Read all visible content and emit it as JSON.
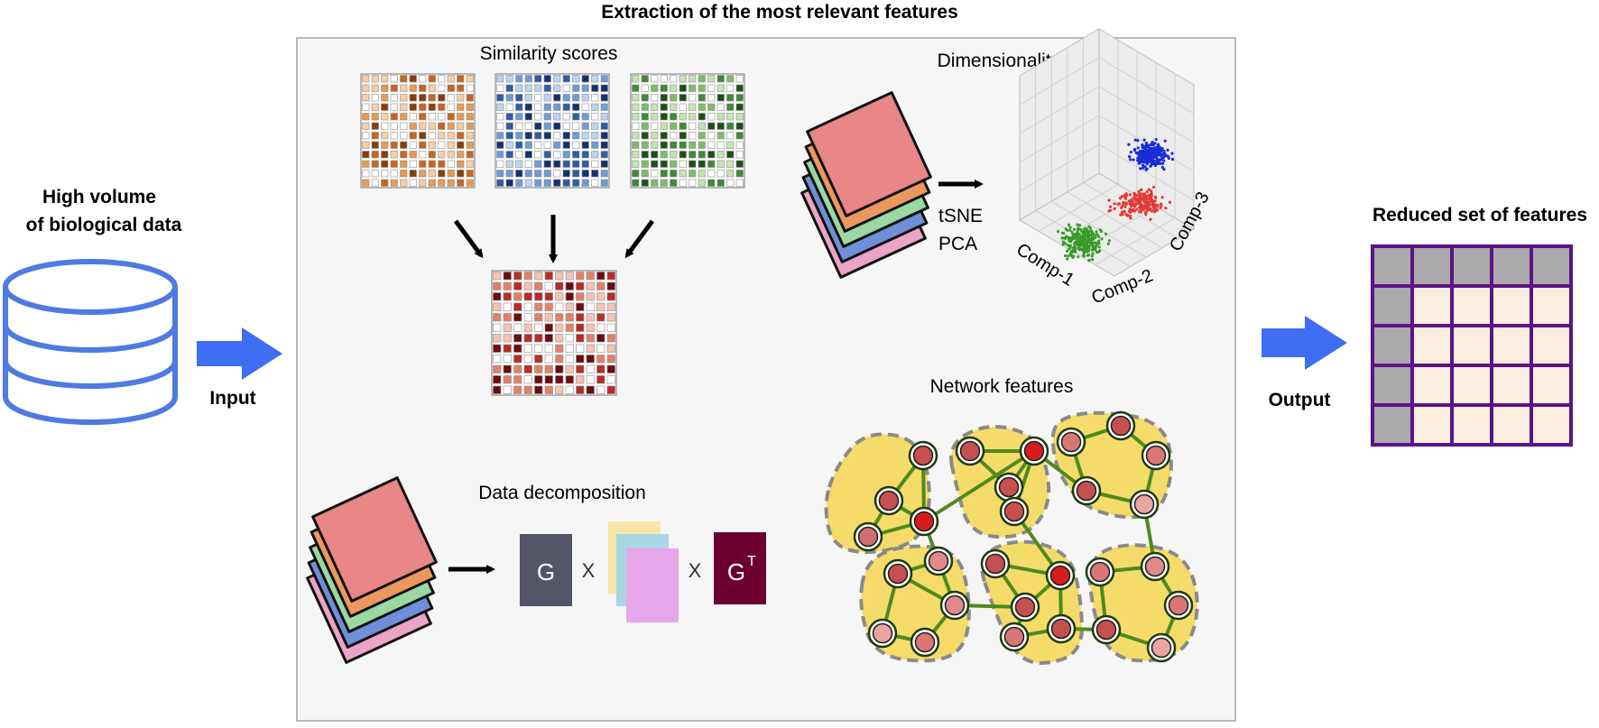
{
  "title": "Extraction of the most relevant features",
  "input": {
    "heading_line1": "High volume",
    "heading_line2": "of biological data",
    "arrow_label": "Input"
  },
  "output": {
    "heading": "Reduced set of features",
    "arrow_label": "Output"
  },
  "panels": {
    "similarity": {
      "label": "Similarity scores"
    },
    "dimensionality": {
      "label": "Dimensionality reduction",
      "method_1": "tSNE",
      "method_2": "PCA",
      "axis_1": "Comp-1",
      "axis_2": "Comp-2",
      "axis_3": "Comp-3"
    },
    "decomposition": {
      "label": "Data decomposition",
      "factor_left": "G",
      "times_1": "X",
      "times_2": "X",
      "factor_right": "G",
      "factor_right_sup": "T"
    },
    "network": {
      "label": "Network features"
    }
  },
  "colors": {
    "database": "#4f7ae0",
    "arrow_blue": "#3f6ef2",
    "panel_bg": "#f6f6f6",
    "panel_border": "#b8b8b8",
    "feature_grid_border": "#5b1486",
    "feature_gray": "#aaaaaa",
    "feature_cell": "#fbeede",
    "cluster_fill": "#f5dc6a",
    "cluster_border": "#8a8a8a",
    "edge": "#4f8a1e",
    "layer_colors": [
      "#e88688",
      "#ed9760",
      "#9bd8a3",
      "#6f8fd8",
      "#eaa4c6"
    ],
    "heatmap_orange": [
      "#ffffff",
      "#f6cfa6",
      "#e89a54",
      "#c9651e",
      "#8a3d0a"
    ],
    "heatmap_blue": [
      "#ffffff",
      "#bcd4ee",
      "#6f9bd6",
      "#2f5ba8",
      "#13306f"
    ],
    "heatmap_green": [
      "#ffffff",
      "#c6e3b4",
      "#7fbb6c",
      "#3f8a35",
      "#1e4f18"
    ],
    "heatmap_red": [
      "#ffffff",
      "#f5c2b5",
      "#e3806a",
      "#b82c27",
      "#6b0c10"
    ],
    "scatter": [
      "#1a2bd8",
      "#e23a32",
      "#3a9a2a"
    ],
    "decomp_G": "#555569",
    "decomp_GT": "#6b0030",
    "decomp_sheets": [
      "#f7e6a6",
      "#a9d6e5",
      "#e6a6e8"
    ]
  }
}
